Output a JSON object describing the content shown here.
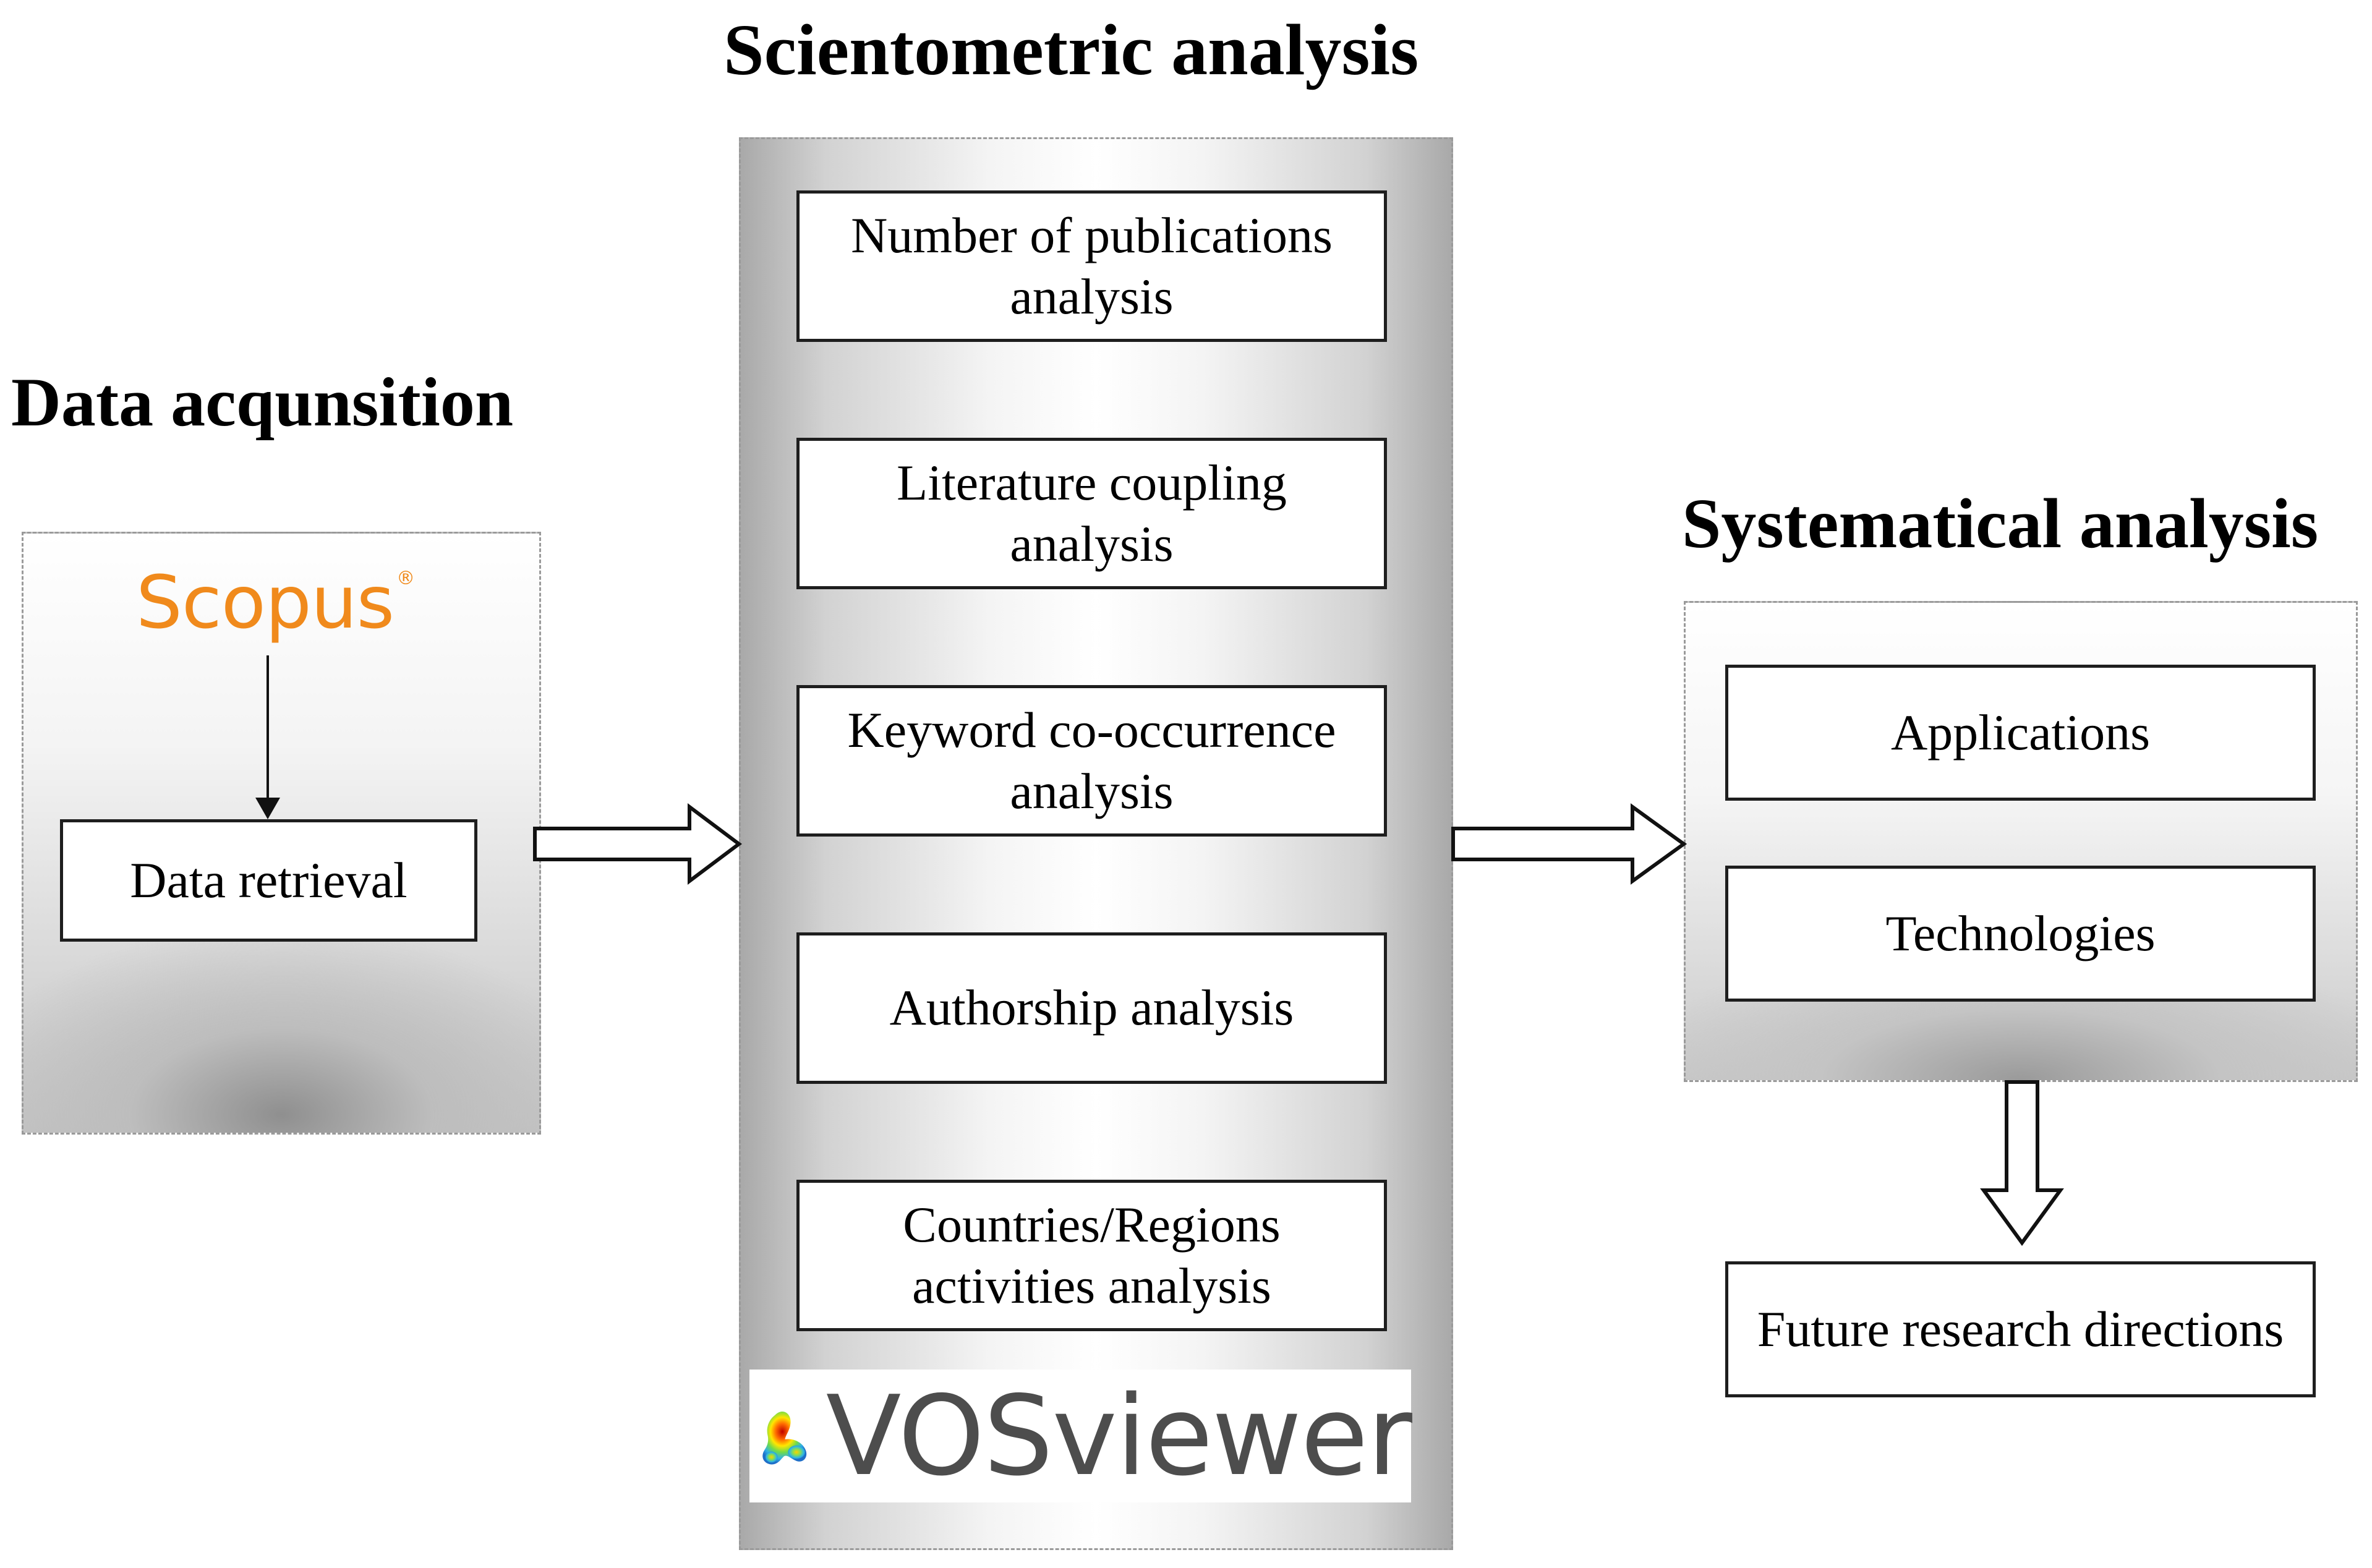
{
  "headings": {
    "left": "Data acqunsition",
    "middle": "Scientometric analysis",
    "right": "Systematical analysis"
  },
  "data_acquisition": {
    "logo_text": "Scopus",
    "logo_mark": "®",
    "step": "Data retrieval"
  },
  "scientometric_analysis": {
    "items": [
      "Number of publications analysis",
      "Literature coupling analysis",
      "Keyword co-occurrence analysis",
      "Authorship analysis",
      "Countries/Regions activities analysis"
    ],
    "tool_text": "VOSviewer"
  },
  "systematical_analysis": {
    "items": [
      "Applications",
      "Technologies"
    ],
    "outcome": "Future research directions"
  },
  "colors": {
    "scopus_orange": "#f08a1c",
    "vos_gray": "#4d4d4d",
    "box_border": "#1e1e1e"
  }
}
